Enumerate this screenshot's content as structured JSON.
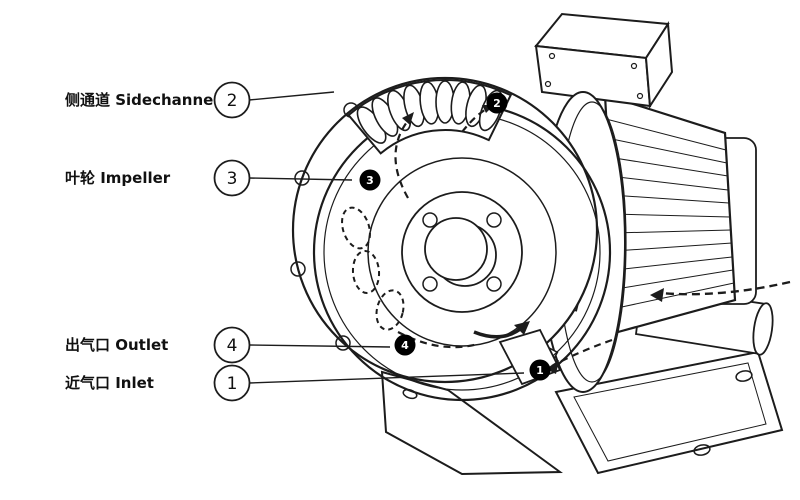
{
  "diagram": {
    "labels": [
      {
        "id": "sidechannel",
        "text": "侧通道 Sidechannel",
        "number": "2"
      },
      {
        "id": "impeller",
        "text": "叶轮 Impeller",
        "number": "3"
      },
      {
        "id": "outlet",
        "text": "出气口 Outlet",
        "number": "4"
      },
      {
        "id": "inlet",
        "text": "近气口 Inlet",
        "number": "1"
      }
    ],
    "part_markers": [
      {
        "id": "sidechannel",
        "number": "2"
      },
      {
        "id": "impeller",
        "number": "3"
      },
      {
        "id": "outlet",
        "number": "4"
      },
      {
        "id": "inlet",
        "number": "1"
      }
    ],
    "colors": {
      "line": "#1c1c1c",
      "marker_bg": "#000000",
      "marker_text": "#ffffff",
      "background": "#ffffff"
    }
  }
}
